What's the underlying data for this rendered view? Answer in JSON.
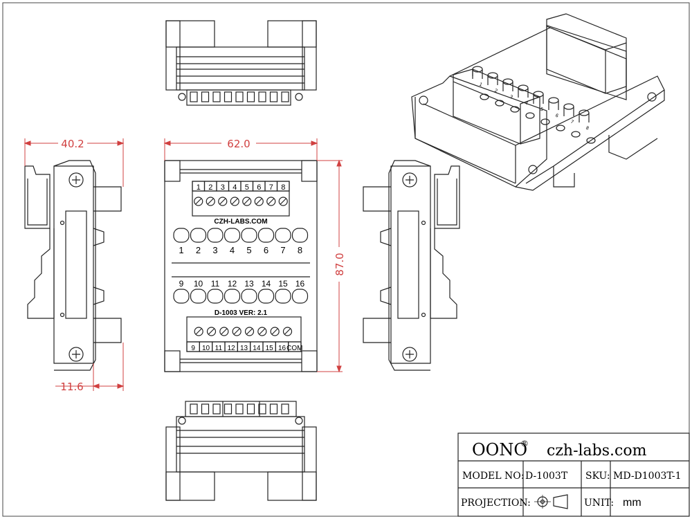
{
  "dimensions": {
    "side_width": "40.2",
    "front_width": "62.0",
    "front_height": "87.0",
    "side_offset": "11.6"
  },
  "top_terminals": [
    "1",
    "2",
    "3",
    "4",
    "5",
    "6",
    "7",
    "8"
  ],
  "bottom_terminals": [
    "9",
    "10",
    "11",
    "12",
    "13",
    "14",
    "15",
    "16",
    "COM"
  ],
  "led_row1": [
    "1",
    "2",
    "3",
    "4",
    "5",
    "6",
    "7",
    "8"
  ],
  "led_row2": [
    "9",
    "10",
    "11",
    "12",
    "13",
    "14",
    "15",
    "16"
  ],
  "board_label": "CZH-LABS.COM",
  "board_model": "D-1003  VER: 2.1",
  "iso_labels": [
    "1",
    "2",
    "3",
    "4",
    "5",
    "6",
    "7",
    "8"
  ],
  "title_block": {
    "brand": "OONO",
    "trademark": "®",
    "website": "czh-labs.com",
    "model_label": "MODEL NO:",
    "model_value": "D-1003T",
    "sku_label": "SKU:",
    "sku_value": "MD-D1003T-1",
    "projection_label": "PROJECTION:",
    "unit_label": "UNIT:",
    "unit_value": "mm"
  }
}
